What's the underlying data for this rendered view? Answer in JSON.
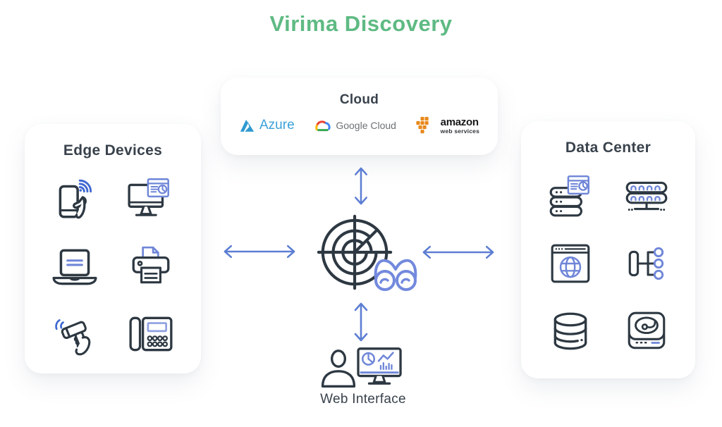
{
  "title": "Virima Discovery",
  "colors": {
    "title_green": "#5eba83",
    "arrow_blue": "#5d7ed2",
    "icon_dark": "#2d3842",
    "icon_blue": "#6f86d8",
    "heading_text": "#39424c",
    "card_background": "#ffffff"
  },
  "cloud": {
    "title": "Cloud",
    "providers": [
      {
        "icon": "azure-logo-icon",
        "label": "Azure"
      },
      {
        "icon": "google-cloud-logo-icon",
        "label": "Google Cloud"
      },
      {
        "icon": "aws-logo-icon",
        "label": "amazon",
        "sublabel": "web services"
      }
    ]
  },
  "edge_devices": {
    "title": "Edge Devices",
    "icons": [
      "smartphone-wifi-icon",
      "desktop-dashboard-icon",
      "laptop-icon",
      "printer-icon",
      "barcode-scanner-icon",
      "desk-phone-icon"
    ]
  },
  "data_center": {
    "title": "Data Center",
    "icons": [
      "server-stack-dashboard-icon",
      "server-rack-network-icon",
      "browser-globe-icon",
      "network-hub-icon",
      "database-icon",
      "storage-drive-icon"
    ]
  },
  "center": {
    "icon": "radar-discovery-icon",
    "companion_icon": "binoculars-icon"
  },
  "arrows": [
    "up",
    "down",
    "left",
    "right"
  ],
  "web_interface": {
    "label": "Web Interface",
    "icons": [
      "person-icon",
      "monitor-analytics-icon"
    ]
  }
}
